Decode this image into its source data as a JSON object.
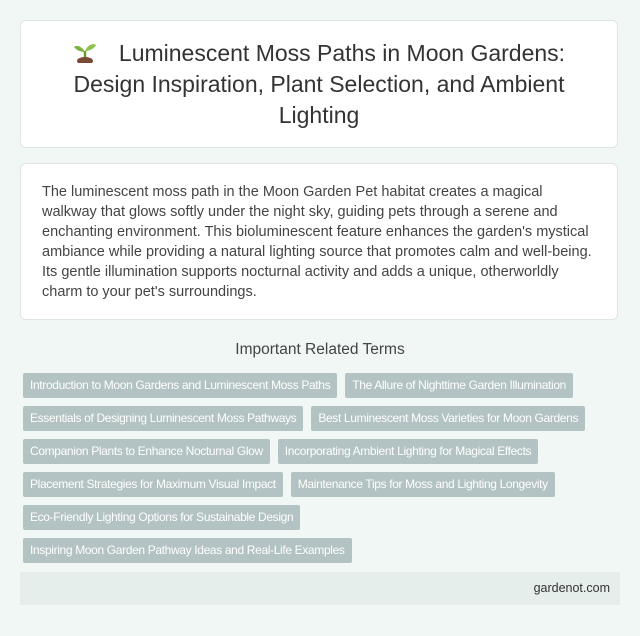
{
  "header": {
    "icon": "seedling-icon",
    "title": "Luminescent Moss Paths in Moon Gardens: Design Inspiration, Plant Selection, and Ambient Lighting"
  },
  "description": "The luminescent moss path in the Moon Garden Pet habitat creates a magical walkway that glows softly under the night sky, guiding pets through a serene and enchanting environment. This bioluminescent feature enhances the garden's mystical ambiance while providing a natural lighting source that promotes calm and well-being. Its gentle illumination supports nocturnal activity and adds a unique, otherworldly charm to your pet's surroundings.",
  "related": {
    "title": "Important Related Terms",
    "tags": [
      "Introduction to Moon Gardens and Luminescent Moss Paths",
      "The Allure of Nighttime Garden Illumination",
      "Essentials of Designing Luminescent Moss Pathways",
      "Best Luminescent Moss Varieties for Moon Gardens",
      "Companion Plants to Enhance Nocturnal Glow",
      "Incorporating Ambient Lighting for Magical Effects",
      "Placement Strategies for Maximum Visual Impact",
      "Maintenance Tips for Moss and Lighting Longevity",
      "Eco-Friendly Lighting Options for Sustainable Design",
      "Inspiring Moon Garden Pathway Ideas and Real-Life Examples"
    ]
  },
  "footer": {
    "site": "gardenot.com"
  },
  "colors": {
    "tag_bg": "#b3c2c2",
    "page_bg": "#f1f7f5",
    "footer_bg": "#e5eeeb"
  }
}
